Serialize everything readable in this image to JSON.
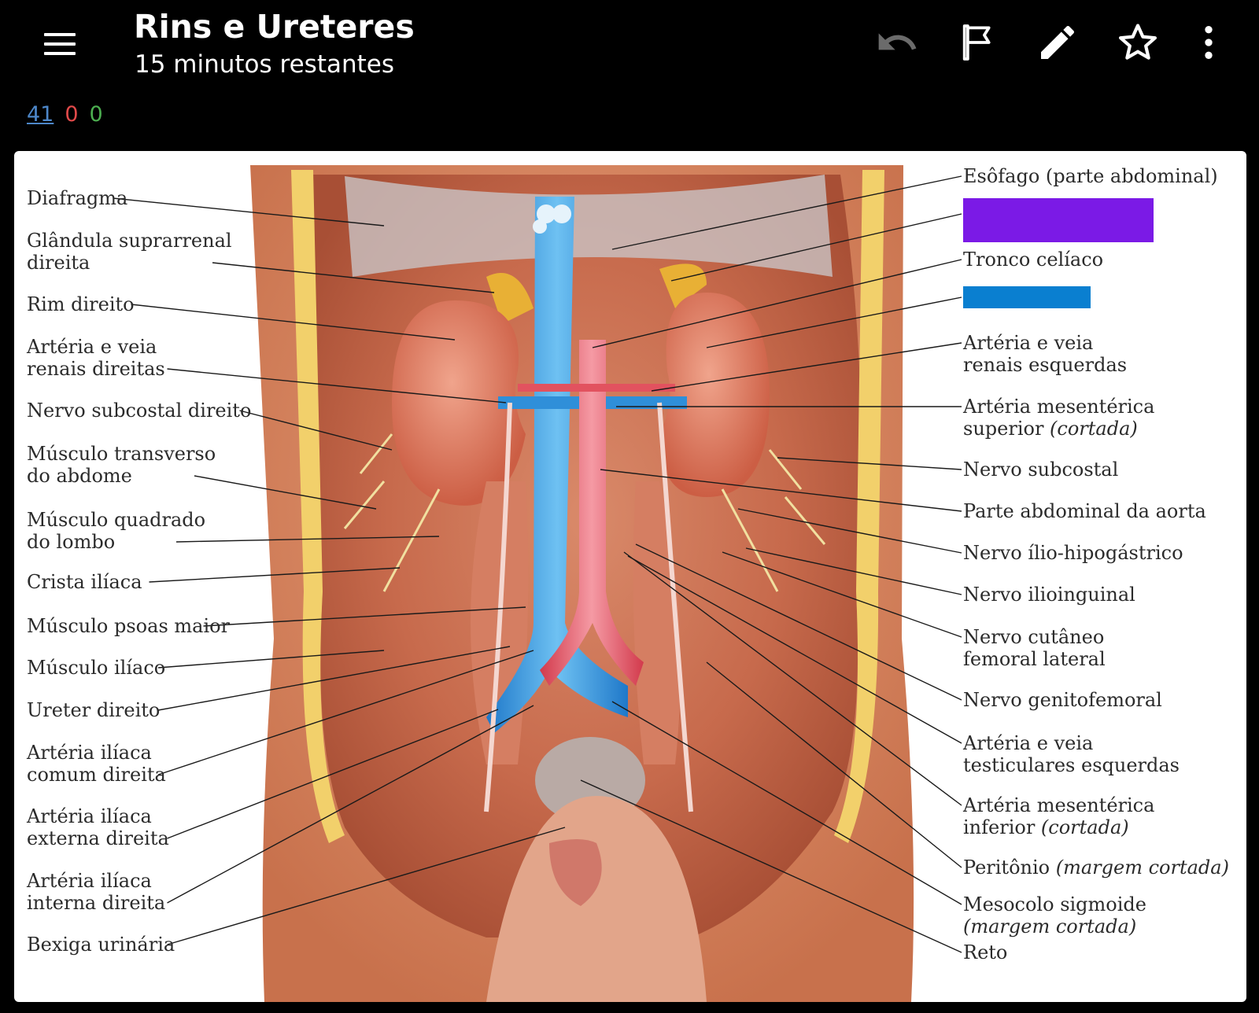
{
  "header": {
    "title": "Rins e Ureteres",
    "subtitle": "15 minutos restantes",
    "actions": [
      {
        "name": "undo-icon"
      },
      {
        "name": "flag-icon"
      },
      {
        "name": "edit-icon"
      },
      {
        "name": "star-icon"
      },
      {
        "name": "more-vert-icon"
      }
    ]
  },
  "counts": {
    "total": "41",
    "wrong": "0",
    "right": "0"
  },
  "colors": {
    "wrong": "#e24a4a",
    "right": "#4caf50",
    "total": "#4d87c9",
    "mask_active": "#7b1ae6",
    "mask_hidden": "#0a7fd0"
  },
  "image": {
    "left_labels": [
      {
        "lines": [
          "Diafragma"
        ]
      },
      {
        "lines": [
          "Glândula suprarrenal",
          "direita"
        ]
      },
      {
        "lines": [
          "Rim direito"
        ]
      },
      {
        "lines": [
          "Artéria e veia",
          "renais direitas"
        ]
      },
      {
        "lines": [
          "Nervo subcostal direito"
        ]
      },
      {
        "lines": [
          "Músculo transverso",
          "do abdome"
        ]
      },
      {
        "lines": [
          "Músculo quadrado",
          "do lombo"
        ]
      },
      {
        "lines": [
          "Crista ilíaca"
        ]
      },
      {
        "lines": [
          "Músculo psoas maior"
        ]
      },
      {
        "lines": [
          "Músculo ilíaco"
        ]
      },
      {
        "lines": [
          "Ureter direito"
        ]
      },
      {
        "lines": [
          "Artéria ilíaca",
          "comum direita"
        ]
      },
      {
        "lines": [
          "Artéria ilíaca",
          "externa direita"
        ]
      },
      {
        "lines": [
          "Artéria ilíaca",
          "interna direita"
        ]
      },
      {
        "lines": [
          "Bexiga urinária"
        ]
      }
    ],
    "right_labels": [
      {
        "lines": [
          "Esôfago (parte abdominal)"
        ]
      },
      {
        "mask": "active"
      },
      {
        "lines": [
          "Tronco celíaco"
        ]
      },
      {
        "mask": "hidden"
      },
      {
        "lines": [
          "Artéria e veia",
          "renais esquerdas"
        ]
      },
      {
        "lines": [
          "Artéria mesentérica",
          "superior (cortada)"
        ]
      },
      {
        "lines": [
          "Nervo subcostal"
        ]
      },
      {
        "lines": [
          "Parte abdominal da aorta"
        ]
      },
      {
        "lines": [
          "Nervo ílio-hipogástrico"
        ]
      },
      {
        "lines": [
          "Nervo ilioinguinal"
        ]
      },
      {
        "lines": [
          "Nervo cutâneo",
          "femoral lateral"
        ]
      },
      {
        "lines": [
          "Nervo genitofemoral"
        ]
      },
      {
        "lines": [
          "Artéria e veia",
          "testiculares esquerdas"
        ]
      },
      {
        "lines": [
          "Artéria mesentérica",
          "inferior (cortada)"
        ]
      },
      {
        "lines": [
          "Peritônio (margem cortada)"
        ]
      },
      {
        "lines": [
          "Mesocolo sigmoide",
          "(margem cortada)"
        ]
      },
      {
        "lines": [
          "Reto"
        ]
      }
    ]
  }
}
